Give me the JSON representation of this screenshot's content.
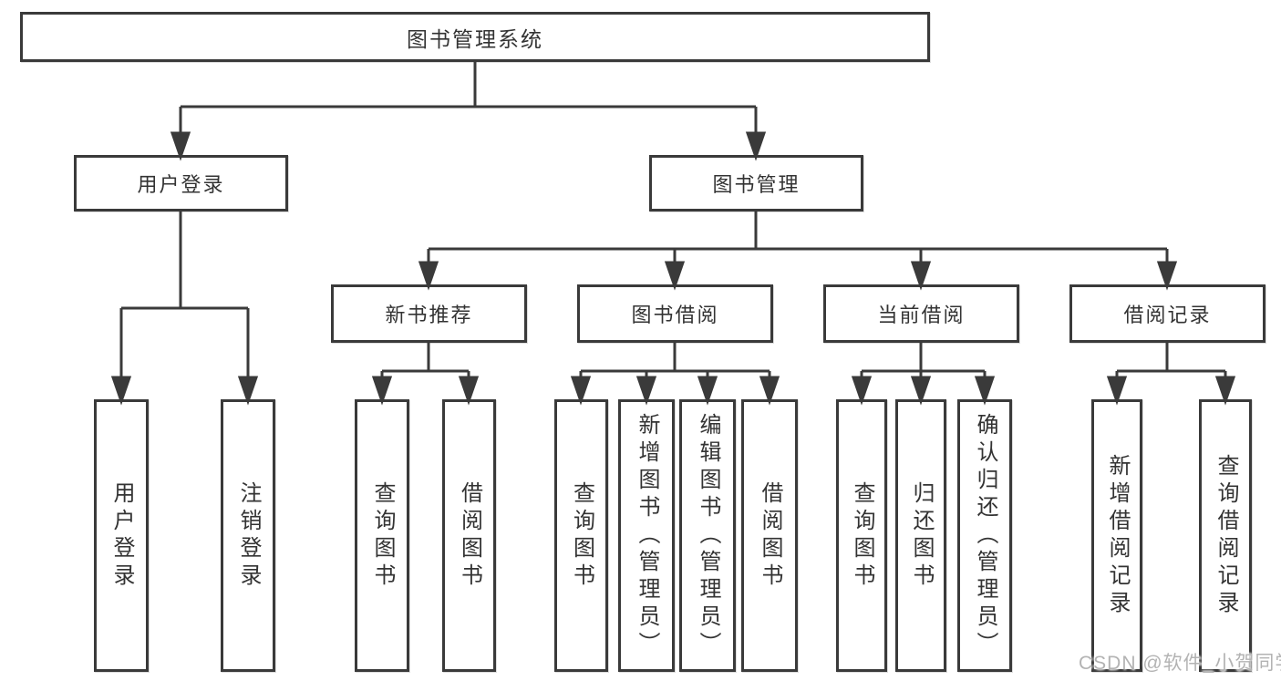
{
  "title": "图书管理系统",
  "colors": {
    "line": "#3a3a3a",
    "border": "#3a3a3a",
    "text": "#333333",
    "background": "#ffffff",
    "watermark_text_color": "#b3b3b3"
  },
  "tree": {
    "root": "图书管理系统",
    "branches": [
      {
        "label": "用户登录",
        "leaves": [
          "用户登录",
          "注销登录"
        ]
      },
      {
        "label": "图书管理",
        "sections": [
          {
            "label": "新书推荐",
            "leaves": [
              "查询图书",
              "借阅图书"
            ]
          },
          {
            "label": "图书借阅",
            "leaves": [
              "查询图书",
              "新增图书（管理员）",
              "编辑图书（管理员）",
              "借阅图书"
            ]
          },
          {
            "label": "当前借阅",
            "leaves": [
              "查询图书",
              "归还图书",
              "确认归还（管理员）"
            ]
          },
          {
            "label": "借阅记录",
            "leaves": [
              "新增借阅记录",
              "查询借阅记录"
            ]
          }
        ]
      }
    ]
  },
  "watermark": "CSDN @软件_小贺同学"
}
